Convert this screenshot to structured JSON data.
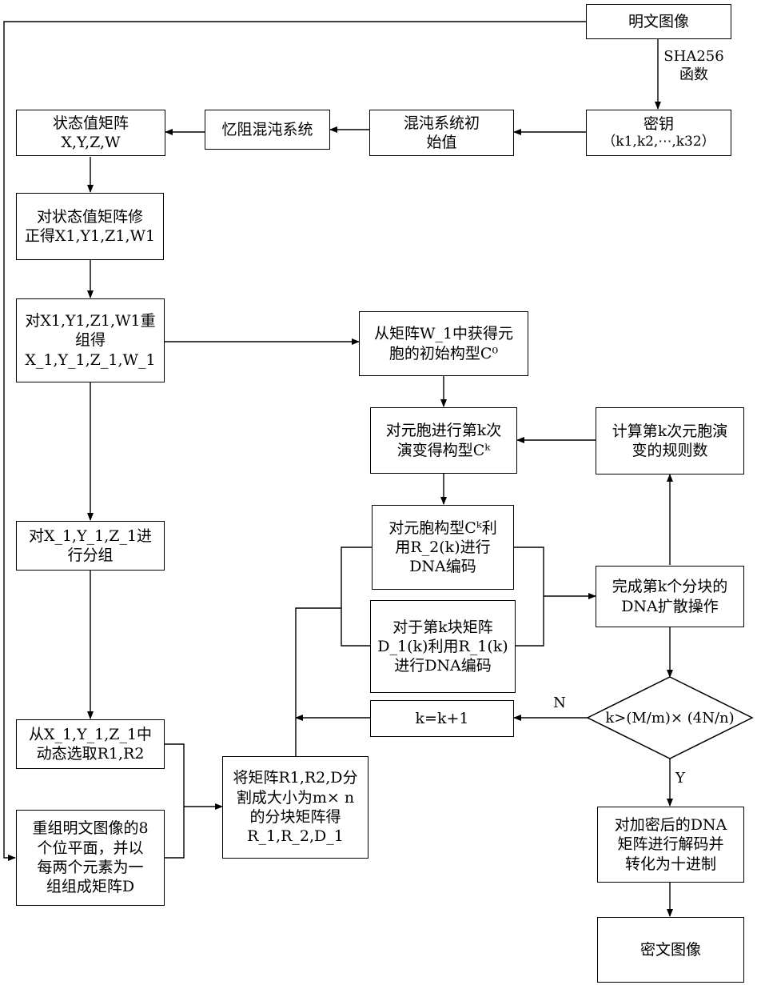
{
  "nodes": {
    "plain_image": [
      "明文图像"
    ],
    "sha_label": [
      "SHA256",
      "函数"
    ],
    "key": [
      "密钥",
      "（k1,k2,⋯,k32）"
    ],
    "chaos_init": [
      "混沌系统初",
      "始值"
    ],
    "memristor": [
      "忆阻混沌系统"
    ],
    "state_matrix": [
      "状态值矩阵",
      "X,Y,Z,W"
    ],
    "correct": [
      "对状态值矩阵修",
      "正得X1,Y1,Z1,W1"
    ],
    "regroup": [
      "对X1,Y1,Z1,W1重",
      "组得",
      "X_1,Y_1,Z_1,W_1"
    ],
    "initial_config": [
      "从矩阵W_1中获得元",
      "胞的初始构型C⁰"
    ],
    "evolve": [
      "对元胞进行第k次",
      "演变得构型Cᵏ"
    ],
    "rule_number": [
      "计算第k次元胞演",
      "变的规则数"
    ],
    "group_xyz": [
      "对X_1,Y_1,Z_1进",
      "行分组"
    ],
    "encode_ck": [
      "对元胞构型Cᵏ利",
      "用R_2(k)进行",
      "DNA编码"
    ],
    "encode_d": [
      "对于第k块矩阵",
      "D_1(k)利用R_1(k)",
      "进行DNA编码"
    ],
    "diffusion": [
      "完成第k个分块的",
      "DNA扩散操作"
    ],
    "condition": [
      "k>(M/m)× (4N/n)"
    ],
    "increment": [
      "k=k+1"
    ],
    "select_r": [
      "从X_1,Y_1,Z_1中",
      "动态选取R1,R2"
    ],
    "split": [
      "将矩阵R1,R2,D分",
      "割成大小为m× n",
      "的分块矩阵得",
      "R_1,R_2,D_1"
    ],
    "bitplanes": [
      "重组明文图像的8",
      "个位平面，并以",
      "每两个元素为一",
      "组组成矩阵D"
    ],
    "decode": [
      "对加密后的DNA",
      "矩阵进行解码并",
      "转化为十进制"
    ],
    "cipher_image": [
      "密文图像"
    ]
  },
  "edge_labels": {
    "no": "N",
    "yes": "Y"
  }
}
